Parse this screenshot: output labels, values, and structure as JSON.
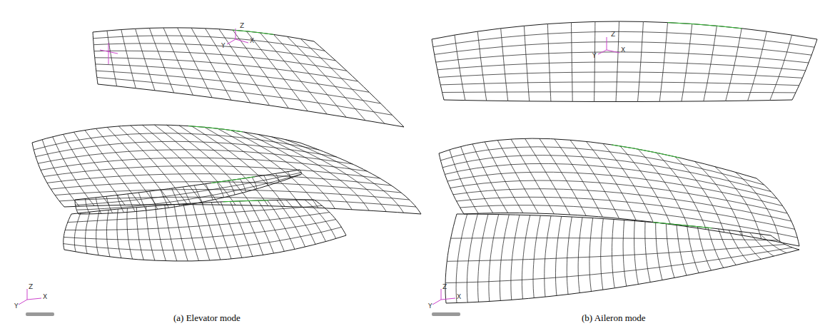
{
  "diagram": {
    "labels": [
      "Z",
      "Y",
      "X",
      "Y",
      "Z",
      "X",
      "(a) Elevator mode",
      "Z",
      "Y",
      "X",
      "Y",
      "Z",
      "X",
      "(b) Aileron mode"
    ]
  }
}
